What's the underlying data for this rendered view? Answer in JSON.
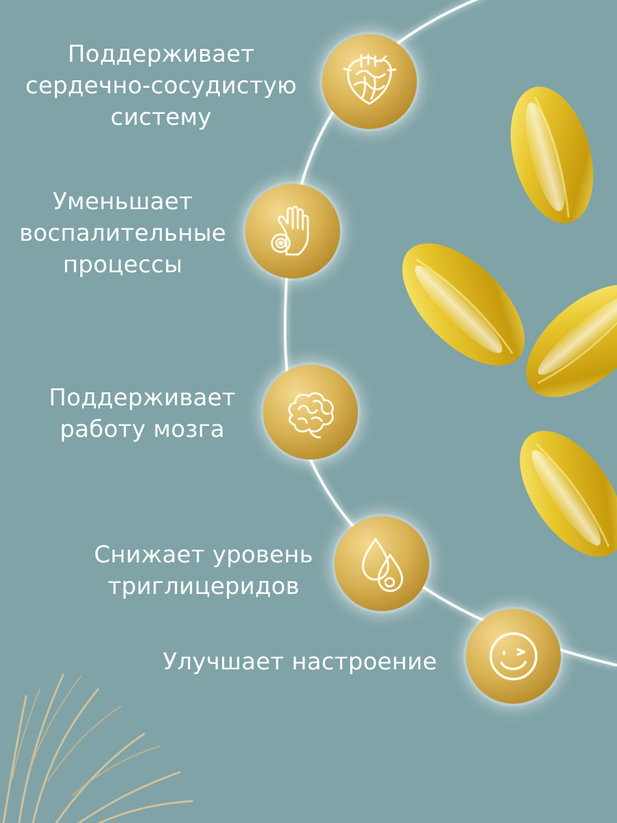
{
  "benefits": [
    {
      "line1": "Поддерживает",
      "line2": "сердечно-сосудистую",
      "line3": "систему",
      "icon": "heart-icon"
    },
    {
      "line1": "Уменьшает",
      "line2": "воспалительные",
      "line3": "процессы",
      "icon": "hand-inflammation-icon"
    },
    {
      "line1": "Поддерживает",
      "line2": "работу мозга",
      "icon": "brain-icon"
    },
    {
      "line1": "Снижает уровень",
      "line2": "триглицеридов",
      "icon": "oil-drops-icon"
    },
    {
      "line1": "Улучшает настроение",
      "icon": "wink-smile-icon"
    }
  ],
  "colors": {
    "background": "#7fa3a7",
    "text": "#ffffff",
    "gold": "#d8b253",
    "capsule": "#e7c52c"
  }
}
